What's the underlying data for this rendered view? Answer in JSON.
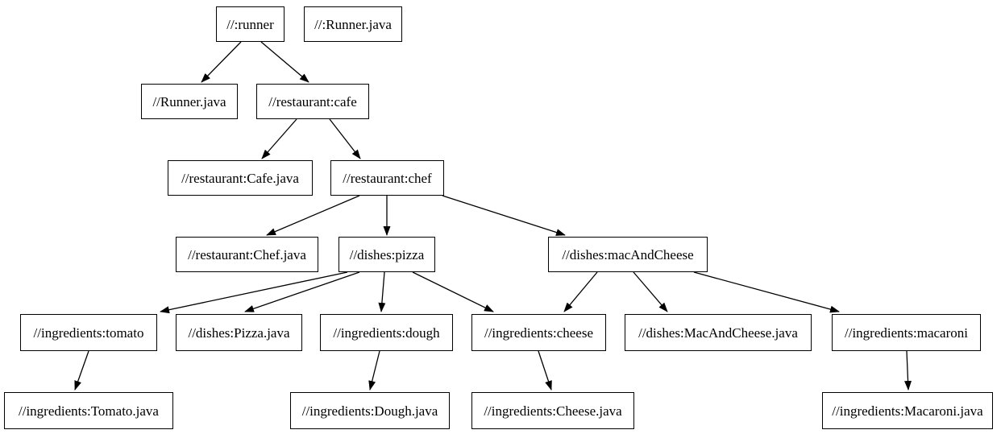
{
  "diagram": {
    "title": "bazel-dependency-graph",
    "background_color": "#ffffff",
    "node_fill_color": "#ffffff",
    "node_border_color": "#000000",
    "edge_color": "#000000",
    "text_color": "#000000",
    "nodes": [
      {
        "id": "runner",
        "label": "//:runner"
      },
      {
        "id": "runner-java-root",
        "label": "//:Runner.java"
      },
      {
        "id": "runner-java",
        "label": "//Runner.java"
      },
      {
        "id": "cafe",
        "label": "//restaurant:cafe"
      },
      {
        "id": "cafe-java",
        "label": "//restaurant:Cafe.java"
      },
      {
        "id": "chef",
        "label": "//restaurant:chef"
      },
      {
        "id": "chef-java",
        "label": "//restaurant:Chef.java"
      },
      {
        "id": "pizza",
        "label": "//dishes:pizza"
      },
      {
        "id": "mac-and-cheese",
        "label": "//dishes:macAndCheese"
      },
      {
        "id": "tomato",
        "label": "//ingredients:tomato"
      },
      {
        "id": "pizza-java",
        "label": "//dishes:Pizza.java"
      },
      {
        "id": "dough",
        "label": "//ingredients:dough"
      },
      {
        "id": "cheese",
        "label": "//ingredients:cheese"
      },
      {
        "id": "mac-and-cheese-java",
        "label": "//dishes:MacAndCheese.java"
      },
      {
        "id": "macaroni",
        "label": "//ingredients:macaroni"
      },
      {
        "id": "tomato-java",
        "label": "//ingredients:Tomato.java"
      },
      {
        "id": "dough-java",
        "label": "//ingredients:Dough.java"
      },
      {
        "id": "cheese-java",
        "label": "//ingredients:Cheese.java"
      },
      {
        "id": "macaroni-java",
        "label": "//ingredients:Macaroni.java"
      }
    ],
    "edges": [
      {
        "from": "runner",
        "to": "runner-java"
      },
      {
        "from": "runner",
        "to": "cafe"
      },
      {
        "from": "cafe",
        "to": "cafe-java"
      },
      {
        "from": "cafe",
        "to": "chef"
      },
      {
        "from": "chef",
        "to": "chef-java"
      },
      {
        "from": "chef",
        "to": "pizza"
      },
      {
        "from": "chef",
        "to": "mac-and-cheese"
      },
      {
        "from": "pizza",
        "to": "tomato"
      },
      {
        "from": "pizza",
        "to": "pizza-java"
      },
      {
        "from": "pizza",
        "to": "dough"
      },
      {
        "from": "pizza",
        "to": "cheese"
      },
      {
        "from": "mac-and-cheese",
        "to": "cheese"
      },
      {
        "from": "mac-and-cheese",
        "to": "mac-and-cheese-java"
      },
      {
        "from": "mac-and-cheese",
        "to": "macaroni"
      },
      {
        "from": "tomato",
        "to": "tomato-java"
      },
      {
        "from": "dough",
        "to": "dough-java"
      },
      {
        "from": "cheese",
        "to": "cheese-java"
      },
      {
        "from": "macaroni",
        "to": "macaroni-java"
      }
    ]
  }
}
